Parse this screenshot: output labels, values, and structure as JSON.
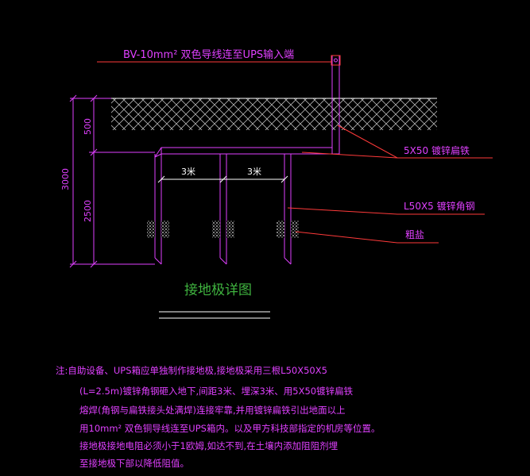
{
  "colors": {
    "background": "#000000",
    "magenta": "#e040ff",
    "red": "#ff3a3a",
    "white": "#ffffff",
    "green": "#3fb33f"
  },
  "labels": {
    "wire": "BV-10mm² 双色导线连至UPS输入端",
    "flat_steel": "5X50 镀锌扁铁",
    "angle_steel": "L50X5 镀锌角钢",
    "salt": "粗盐",
    "spacing_1": "3米",
    "spacing_2": "3米",
    "dim_total": "3000",
    "dim_top": "500",
    "dim_bottom": "2500",
    "title": "接地极详图"
  },
  "notes": [
    "注:自助设备、UPS箱应单独制作接地极,接地极采用三根L50X50X5",
    "(L=2.5m)镀锌角钢砸入地下,间距3米、埋深3米、用5X50镀锌扁铁",
    "熔焊(角钢与扁铁接头处满焊)连接牢靠,并用镀锌扁铁引出地面以上",
    "用10mm² 双色铜导线连至UPS箱内。以及甲方科技部指定的机房等位置。",
    "接地极接地电阻必须小于1欧姆,如达不到,在土壤内添加阻阻剂埋",
    "至接地极下部以降低阻值。"
  ]
}
